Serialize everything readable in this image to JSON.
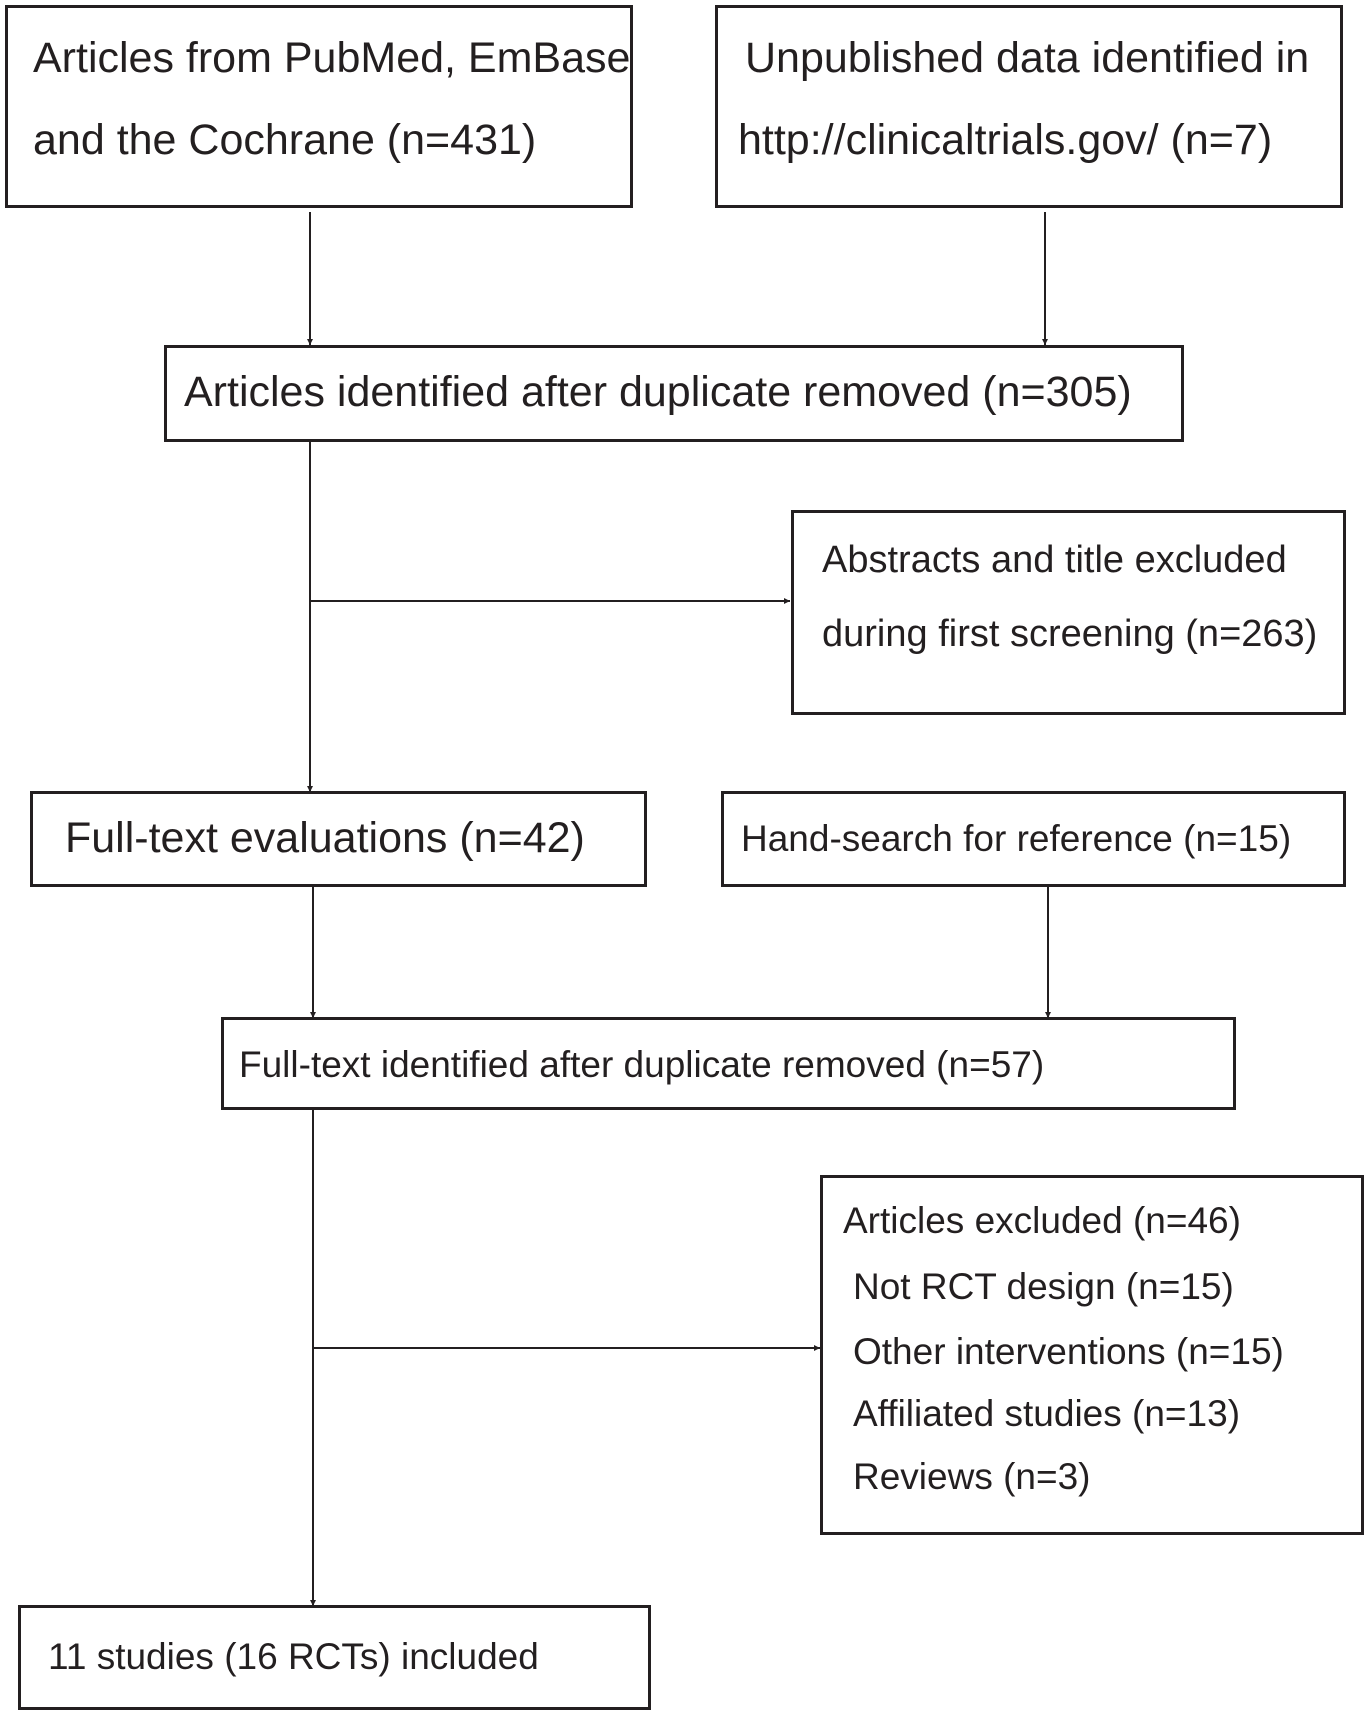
{
  "boxes": {
    "pubmed": {
      "line1": "Articles from PubMed, EmBase",
      "line2": "and the Cochrane (n=431)"
    },
    "unpublished": {
      "line1": "Unpublished data identified in",
      "line2": "http://clinicaltrials.gov/ (n=7)"
    },
    "after_dup": {
      "text": "Articles identified after duplicate removed (n=305)"
    },
    "abstracts_excluded": {
      "line1": "Abstracts and title excluded",
      "line2": "during first screening (n=263)"
    },
    "full_text_eval": {
      "text": "Full-text evaluations (n=42)"
    },
    "hand_search": {
      "text": "Hand-search for reference (n=15)"
    },
    "full_text_identified": {
      "text": "Full-text identified after duplicate removed (n=57)"
    },
    "articles_excluded": {
      "title": "Articles excluded (n=46)",
      "items": [
        "Not RCT design (n=15)",
        "Other interventions (n=15)",
        "Affiliated studies (n=13)",
        "Reviews (n=3)"
      ]
    },
    "included": {
      "text": "11 studies (16 RCTs) included"
    }
  },
  "colors": {
    "stroke": "#231f20",
    "background": "#ffffff"
  }
}
